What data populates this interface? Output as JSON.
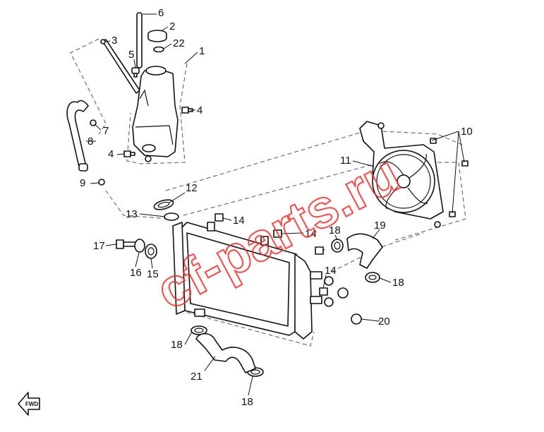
{
  "watermark": "cf-parts.ru",
  "direction_marker": "FWD",
  "callouts": [
    {
      "id": "c1",
      "label": "1"
    },
    {
      "id": "c2",
      "label": "2"
    },
    {
      "id": "c3",
      "label": "3"
    },
    {
      "id": "c4a",
      "label": "4"
    },
    {
      "id": "c4b",
      "label": "4"
    },
    {
      "id": "c5",
      "label": "5"
    },
    {
      "id": "c6",
      "label": "6"
    },
    {
      "id": "c7",
      "label": "7"
    },
    {
      "id": "c8",
      "label": "8"
    },
    {
      "id": "c9",
      "label": "9"
    },
    {
      "id": "c10",
      "label": "10"
    },
    {
      "id": "c11",
      "label": "11"
    },
    {
      "id": "c12",
      "label": "12"
    },
    {
      "id": "c13",
      "label": "13"
    },
    {
      "id": "c14a",
      "label": "14"
    },
    {
      "id": "c14b",
      "label": "14"
    },
    {
      "id": "c14c",
      "label": "14"
    },
    {
      "id": "c15",
      "label": "15"
    },
    {
      "id": "c16",
      "label": "16"
    },
    {
      "id": "c17",
      "label": "17"
    },
    {
      "id": "c18a",
      "label": "18"
    },
    {
      "id": "c18b",
      "label": "18"
    },
    {
      "id": "c18c",
      "label": "18"
    },
    {
      "id": "c18d",
      "label": "18"
    },
    {
      "id": "c19",
      "label": "19"
    },
    {
      "id": "c20",
      "label": "20"
    },
    {
      "id": "c21",
      "label": "21"
    },
    {
      "id": "c22",
      "label": "22"
    }
  ]
}
